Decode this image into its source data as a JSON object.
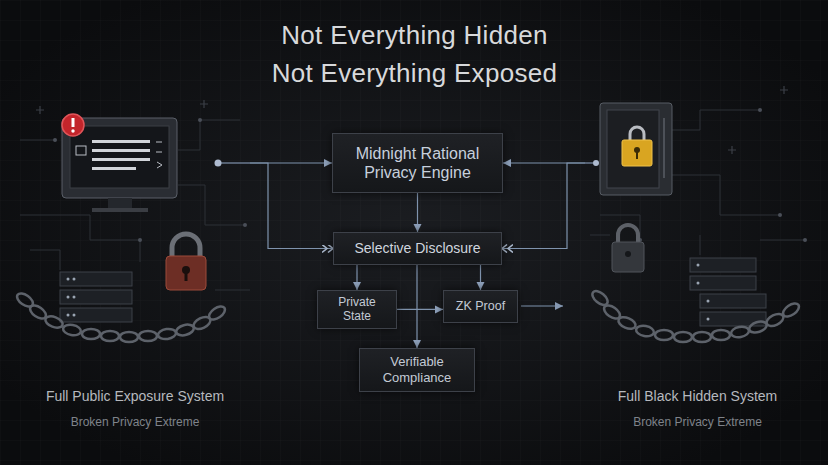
{
  "diagram": {
    "title": "Not Everything Hidden Not Everything Exposed",
    "nodes": [
      {
        "text": [
          "Full Public Exposure System",
          "Broken Privacy Extreme"
        ]
      },
      {
        "text": [
          "Midnight Rational Privacy Engine"
        ]
      },
      {
        "text": [
          "Selective Disclosure"
        ]
      },
      {
        "text": [
          "Private State"
        ]
      },
      {
        "text": [
          "ZK Proof"
        ]
      },
      {
        "text": [
          "Verifiable Compliance"
        ]
      },
      {
        "text": [
          "Full Black Hidden System",
          "Broken Privacy Extreme"
        ]
      }
    ],
    "edges": [
      {
        "from": 0,
        "to": 1,
        "arrow": "to"
      },
      {
        "from": 6,
        "to": 1,
        "arrow": "to"
      },
      {
        "from": 1,
        "to": 2,
        "arrow": "to"
      },
      {
        "from": 0,
        "to": 2,
        "arrow": "to"
      },
      {
        "from": 6,
        "to": 2,
        "arrow": "to"
      },
      {
        "from": 2,
        "to": 3,
        "arrow": "to"
      },
      {
        "from": 2,
        "to": 4,
        "arrow": "to"
      },
      {
        "from": 3,
        "to": 4,
        "arrow": "to"
      },
      {
        "from": 2,
        "to": 5,
        "arrow": "to"
      }
    ]
  }
}
